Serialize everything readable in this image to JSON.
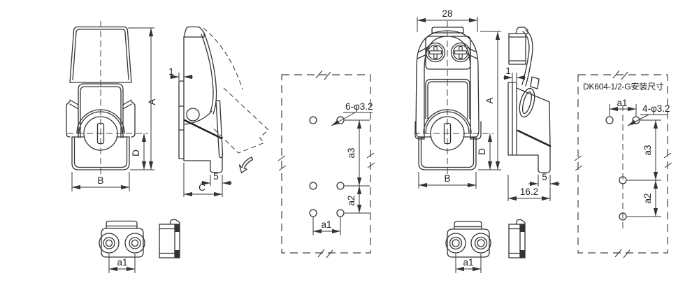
{
  "colors": {
    "line": "#333333",
    "background": "#ffffff"
  },
  "latch1_front": {
    "dim_a": "A",
    "dim_d": "D",
    "dim_b": "B"
  },
  "latch1_side": {
    "dim_plate": "1",
    "dim_foot": "5",
    "dim_c": "C"
  },
  "pattern1": {
    "callout": "6-φ3.2",
    "dim_a3": "a3",
    "dim_a2": "a2",
    "dim_a1": "a1"
  },
  "latch2_front": {
    "dim_width": "28",
    "dim_a": "A",
    "dim_d": "D",
    "dim_b": "B"
  },
  "latch2_side": {
    "dim_plate": "1",
    "dim_foot": "5",
    "dim_depth": "16.2"
  },
  "pattern2": {
    "title": "DK604-1/2-G安装尺寸",
    "callout": "4-φ3.2",
    "dim_a1": "a1",
    "dim_a3": "a3",
    "dim_a2": "a2"
  },
  "keeper1": {
    "dim_a1": "a1"
  },
  "keeper2": {
    "dim_a1": "a1"
  }
}
